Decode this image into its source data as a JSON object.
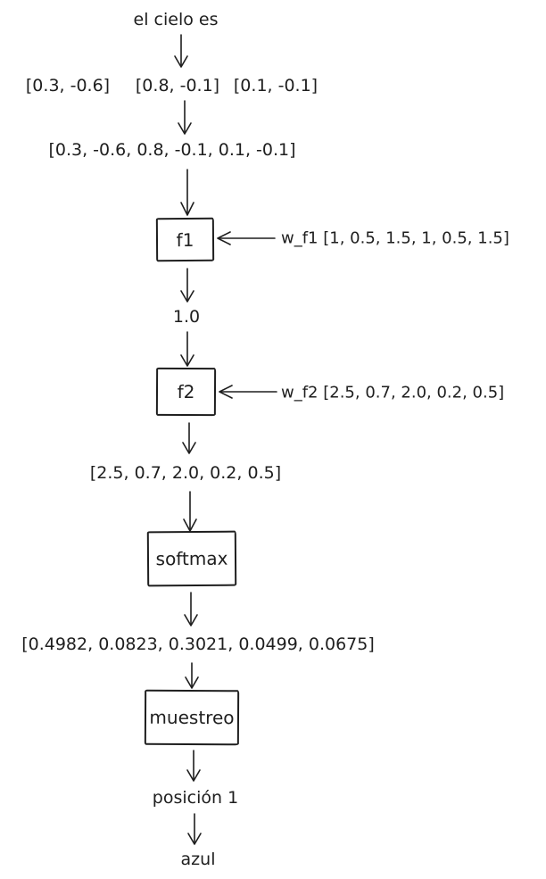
{
  "diagram": {
    "background": "#ffffff",
    "stroke_color": "#1e1e1e",
    "input_text": "el cielo es",
    "embeddings": [
      "[0.3, -0.6]",
      "[0.8, -0.1]",
      "[0.1, -0.1]"
    ],
    "concatenated": "[0.3, -0.6, 0.8, -0.1, 0.1, -0.1]",
    "f1": {
      "label": "f1",
      "weights": "w_f1 [1, 0.5, 1.5, 1, 0.5, 1.5]",
      "output": "1.0"
    },
    "f2": {
      "label": "f2",
      "weights": "w_f2 [2.5, 0.7, 2.0, 0.2, 0.5]",
      "output": "[2.5, 0.7, 2.0, 0.2, 0.5]"
    },
    "softmax": {
      "label": "softmax",
      "output": "[0.4982, 0.0823, 0.3021, 0.0499, 0.0675]"
    },
    "sampling": {
      "label": "muestreo",
      "output": "posición 1"
    },
    "result": "azul"
  }
}
